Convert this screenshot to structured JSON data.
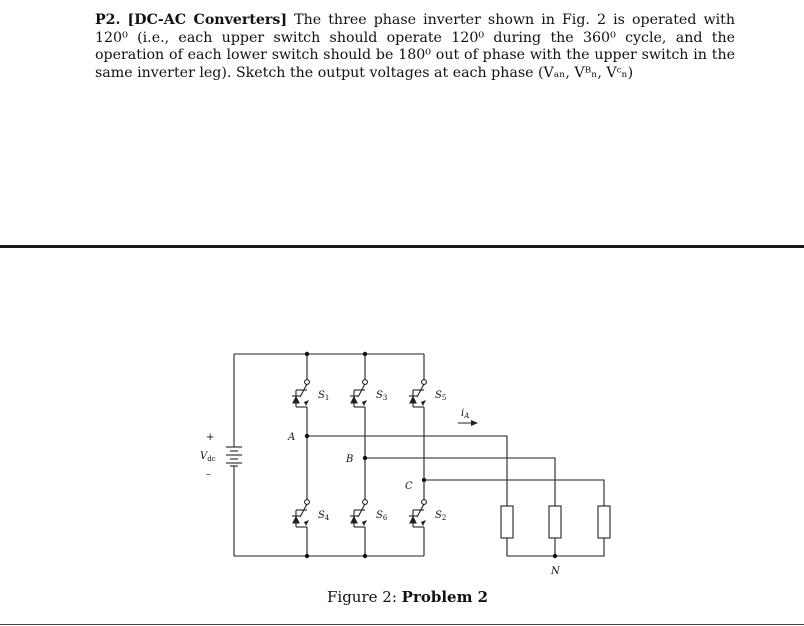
{
  "problem": {
    "number": "P2.",
    "topic": "[DC-AC Converters]",
    "line1": "The three phase inverter shown in Fig. 2 is operated with 120⁰",
    "line2": "(i.e., each upper switch should operate 120⁰ during the 360⁰ cycle, and the operation of each",
    "line3": "lower switch should be 180⁰ out of phase with the upper switch in the same inverter leg).",
    "line4": "Sketch the output voltages at each phase (Vₐₙ, Vᴮₙ, Vᶜₙ)"
  },
  "figure": {
    "caption_prefix": "Figure 2:",
    "caption_title": "Problem 2",
    "labels": {
      "vdc_plus": "+",
      "vdc_minus": "–",
      "vdc": "V",
      "vdc_sub": "dc",
      "node_a": "A",
      "node_b": "B",
      "node_c": "C",
      "node_n": "N",
      "current": "i",
      "current_sub": "A",
      "s1": "S",
      "s1_sub": "1",
      "s3": "S",
      "s3_sub": "3",
      "s5": "S",
      "s5_sub": "5",
      "s4": "S",
      "s4_sub": "4",
      "s6": "S",
      "s6_sub": "6",
      "s2": "S",
      "s2_sub": "2"
    }
  }
}
